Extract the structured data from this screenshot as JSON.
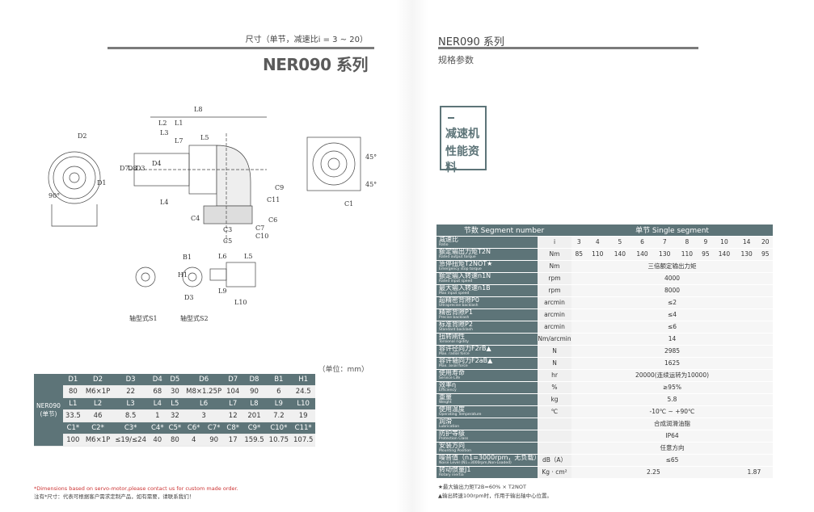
{
  "left_page": {
    "subtitle": "尺寸（单节，减速比i = 3 ~ 20）",
    "title": "NER090 系列",
    "drawing_labels": [
      "D2",
      "D1",
      "90°",
      "L8",
      "L2",
      "L1",
      "L3",
      "L7",
      "D7",
      "D8",
      "D3",
      "L5",
      "D4",
      "L4",
      "C9",
      "C4",
      "C11",
      "C10",
      "C3",
      "C5",
      "C6",
      "C7",
      "C1",
      "45°",
      "45°",
      "B1",
      "H1",
      "D3",
      "L6",
      "L5",
      "L9",
      "L10"
    ],
    "shaft_label_1": "轴型式S1",
    "shaft_label_2": "轴型式S2",
    "unit_label": "（单位：mm）",
    "model_label": "NER090",
    "model_sub": "(单节)",
    "dim_rows": [
      {
        "type": "h",
        "cells": [
          "D1",
          "D2",
          "D3",
          "D4",
          "D5",
          "D6",
          "D7",
          "D8",
          "B1",
          "H1"
        ]
      },
      {
        "type": "v",
        "cells": [
          "80",
          "M6×1P",
          "22",
          "68",
          "30",
          "M8×1.25P",
          "104",
          "90",
          "6",
          "24.5"
        ]
      },
      {
        "type": "h",
        "cells": [
          "L1",
          "L2",
          "L3",
          "L4",
          "L5",
          "L6",
          "L7",
          "L8",
          "L9",
          "L10"
        ]
      },
      {
        "type": "v",
        "cells": [
          "33.5",
          "46",
          "8.5",
          "1",
          "32",
          "3",
          "12",
          "201",
          "7.2",
          "19"
        ]
      }
    ],
    "c_header": [
      "C1*",
      "C2*",
      "C3*",
      "C4*",
      "C5*",
      "C6*",
      "C7*",
      "C8*",
      "C9*",
      "C10*",
      "C11*"
    ],
    "c_values": [
      "100",
      "M6×1P",
      "≤19/≤24",
      "40",
      "80",
      "4",
      "90",
      "17",
      "159.5",
      "10.75",
      "107.5"
    ],
    "note_line1": "*Dimensions based on servo-motor,please contact us for custom made order.",
    "note_line2": "注有*尺寸：代表可根据客户需求定制产品，如有需要，请联系我们！"
  },
  "right_page": {
    "title": "NER090 系列",
    "subtitle": "规格参数",
    "side_dash": "—",
    "side_line1": "减速机",
    "side_line2": "性能资料",
    "spec_header": {
      "segment_number": "节数 Segment number",
      "single_segment": "单节 Single segment"
    },
    "spec_rows": [
      {
        "cn": "减速比",
        "en": "Ratio",
        "unit": "i",
        "values": [
          "3",
          "4",
          "5",
          "6",
          "7",
          "8",
          "9",
          "10",
          "14",
          "20"
        ]
      },
      {
        "cn": "额定输出力矩T2N",
        "en": "Rated output torque",
        "unit": "Nm",
        "values": [
          "85",
          "110",
          "140",
          "140",
          "130",
          "110",
          "95",
          "140",
          "130",
          "95"
        ]
      },
      {
        "cn": "急停扭矩T2NOT★",
        "en": "Emergency stop torque",
        "unit": "Nm",
        "span": "三倍额定输出力矩"
      },
      {
        "cn": "额定输入转速n1N",
        "en": "Rated input speed",
        "unit": "rpm",
        "span": "4000"
      },
      {
        "cn": "最大输入转速n1B",
        "en": "Max input speed",
        "unit": "rpm",
        "span": "8000"
      },
      {
        "cn": "超精密背隙P0",
        "en": "Ultraprecise backlash",
        "unit": "arcmin",
        "span": "≤2"
      },
      {
        "cn": "精密背隙P1",
        "en": "Precise backlash",
        "unit": "arcmin",
        "span": "≤4"
      },
      {
        "cn": "标准背隙P2",
        "en": "Standard backlash",
        "unit": "arcmin",
        "span": "≤6"
      },
      {
        "cn": "扭转刚性",
        "en": "Torsional rigidity",
        "unit": "Nm/arcmin",
        "span": "14"
      },
      {
        "cn": "容许径向力F2rB▲",
        "en": "Max. radial force",
        "unit": "N",
        "span": "2985"
      },
      {
        "cn": "容许轴向力F2aB▲",
        "en": "Max. axial force",
        "unit": "N",
        "span": "1625"
      },
      {
        "cn": "使用寿命",
        "en": "Service Life",
        "unit": "hr",
        "span": "20000(连续运转为10000)"
      },
      {
        "cn": "效率η",
        "en": "Efficiency",
        "unit": "%",
        "span": "≥95%"
      },
      {
        "cn": "重量",
        "en": "Weight",
        "unit": "kg",
        "span": "5.8"
      },
      {
        "cn": "使用温度",
        "en": "Operating Temperature",
        "unit": "℃",
        "span": "-10℃ ~ +90℃"
      },
      {
        "cn": "润滑",
        "en": "Lubrication",
        "unit": "",
        "span": "合成润滑油脂"
      },
      {
        "cn": "防护等级",
        "en": "Protection Class",
        "unit": "",
        "span": "IP64"
      },
      {
        "cn": "安装方向",
        "en": "Mounting Position",
        "unit": "",
        "span": "任意方向"
      },
      {
        "cn": "噪音值（n1=3000rpm，无负载）",
        "en": "Noise Level (N1=3000rpm,Non-Loaded)",
        "unit": "dB（A）",
        "span": "≤65"
      },
      {
        "cn": "转动惯量J1",
        "en": "Rotary inertia",
        "unit": "Kg · cm²",
        "split": [
          "2.25",
          "1.87"
        ]
      }
    ],
    "note_line1": "★最大输出力矩T2B=60% × T2NOT",
    "note_line2": "▲输出转速100rpm时，作用于输出轴中心位置。"
  }
}
